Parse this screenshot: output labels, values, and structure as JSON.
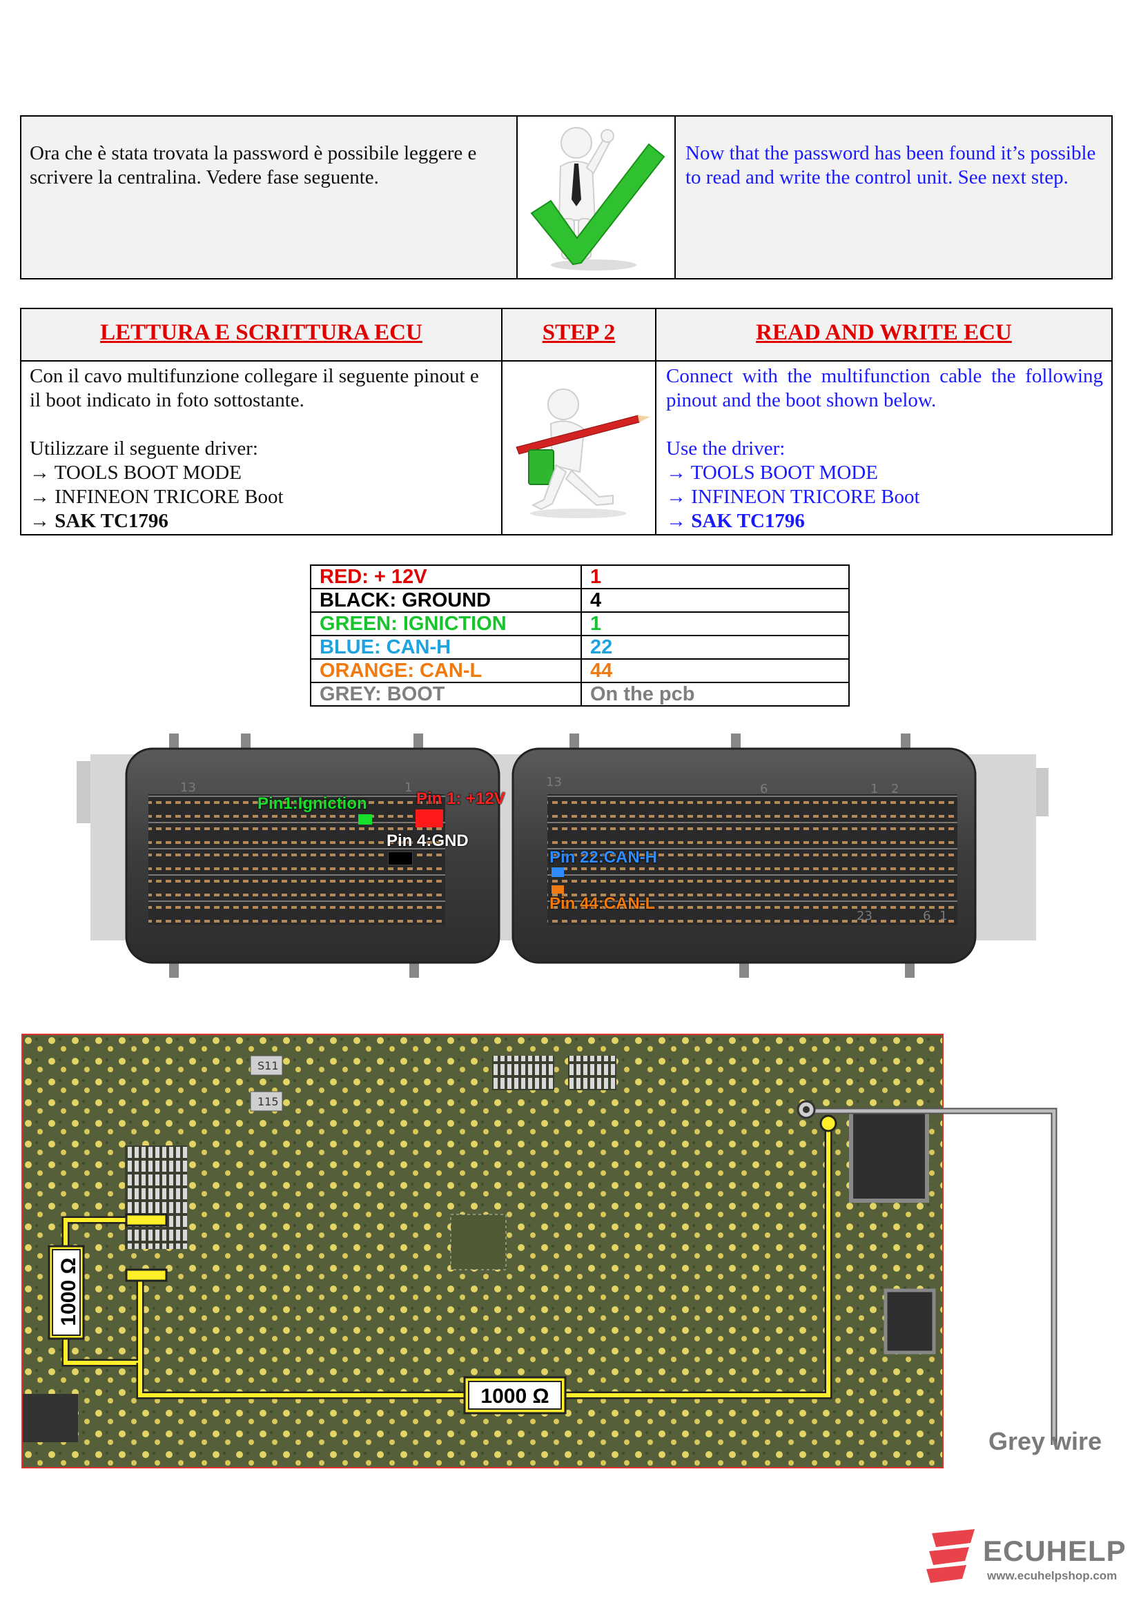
{
  "intro": {
    "it_text": "Ora che è stata trovata la password è possibile leggere e scrivere la centralina. Vedere fase seguente.",
    "en_text": "Now that the password has been found it’s possible to read and write the control unit. See next step."
  },
  "step": {
    "it_header": "LETTURA E SCRITTURA ECU",
    "step_label": "STEP 2",
    "en_header": "READ AND WRITE ECU",
    "it_para1": "Con il cavo multifunzione collegare il seguente pinout e il boot indicato in foto sottostante.",
    "it_para2": "Utilizzare il seguente driver:",
    "en_para1": "Connect with the multifunction cable the following pinout and the boot shown below.",
    "en_para2": "Use the driver:",
    "drivers": [
      "→ TOOLS BOOT MODE",
      "→ INFINEON TRICORE Boot",
      "→ SAK TC1796"
    ]
  },
  "pinout": [
    {
      "label": "RED: + 12V",
      "value": "1",
      "color": "#e00000"
    },
    {
      "label": "BLACK: GROUND",
      "value": "4",
      "color": "#000000"
    },
    {
      "label": "GREEN: IGNICTION",
      "value": "1",
      "color": "#16c42b"
    },
    {
      "label": "BLUE: CAN-H",
      "value": "22",
      "color": "#1da3e0"
    },
    {
      "label": "ORANGE: CAN-L",
      "value": "44",
      "color": "#f07a10"
    },
    {
      "label": "GREY: BOOT",
      "value": "On the pcb",
      "color": "#7f7f7f"
    }
  ],
  "connector": {
    "labels": {
      "ignition": "Pin1:Igniction",
      "plus12": "Pin 1: +12V",
      "gnd": "Pin 4:GND",
      "canh": "Pin 22:CAN-H",
      "canl": "Pin 44:CAN-L"
    },
    "embossed": [
      "13",
      "1",
      "13",
      "6",
      "1",
      "2",
      "23",
      "6",
      "1"
    ]
  },
  "pcb": {
    "resistor_vertical": "1000 Ω",
    "resistor_horizontal": "1000 Ω",
    "grey_wire": "Grey wire",
    "chip_marks": [
      "S11",
      "115"
    ]
  },
  "brand": {
    "name": "ECUHELP",
    "url": "www.ecuhelpshop.com"
  }
}
